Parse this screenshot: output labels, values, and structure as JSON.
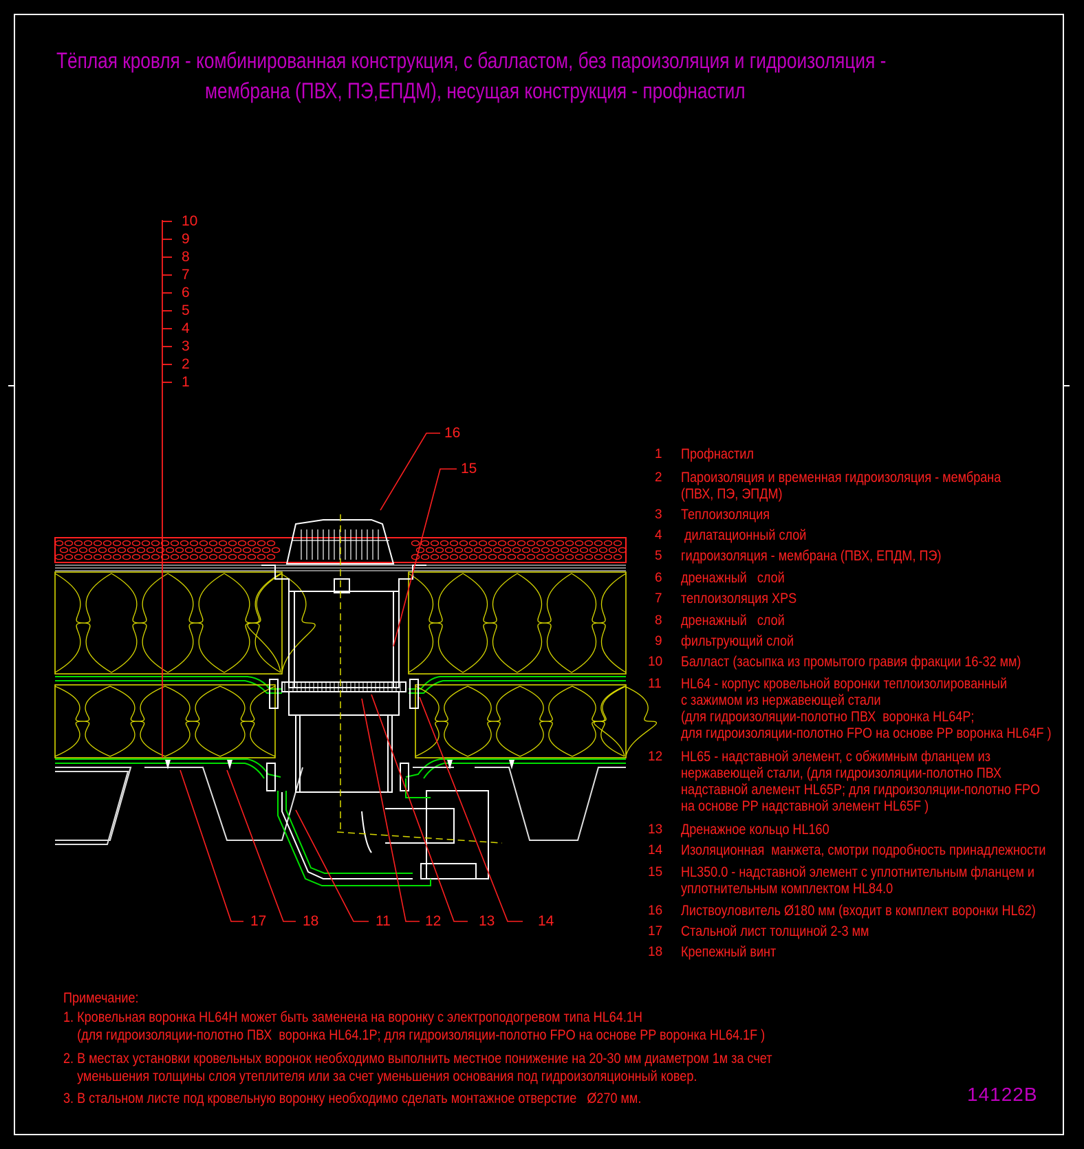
{
  "title": {
    "line1": "Тёплая кровля - комбинированная конструкция, с балластом, без пароизоляция и гидроизоляция -",
    "line2": "мембрана (ПВХ, ПЭ,ЕПДМ), несущая конструкция - профнастил"
  },
  "layer_scale": [
    "10",
    "9",
    "8",
    "7",
    "6",
    "5",
    "4",
    "3",
    "2",
    "1"
  ],
  "callouts": {
    "top": [
      "16",
      "15"
    ],
    "bottom": [
      "17",
      "18",
      "11",
      "12",
      "13",
      "14"
    ]
  },
  "legend": [
    {
      "num": "1",
      "lines": [
        "Профнастил"
      ]
    },
    {
      "num": "2",
      "lines": [
        "Пароизоляция и временная гидроизоляция - мембрана",
        "(ПВХ, ПЭ, ЭПДМ)"
      ]
    },
    {
      "num": "3",
      "lines": [
        "Теплоизоляция"
      ]
    },
    {
      "num": "4",
      "lines": [
        " дилатационный слой"
      ]
    },
    {
      "num": "5",
      "lines": [
        "гидроизоляция - мембрана (ПВХ, ЕПДМ, ПЭ)"
      ]
    },
    {
      "num": "6",
      "lines": [
        "дренажный   слой"
      ]
    },
    {
      "num": "7",
      "lines": [
        "теплоизоляция XPS"
      ]
    },
    {
      "num": "8",
      "lines": [
        "дренажный   слой"
      ]
    },
    {
      "num": "9",
      "lines": [
        "фильтрующий слой"
      ]
    },
    {
      "num": "10",
      "lines": [
        "Балласт (засыпка из промытого гравия фракции 16-32 мм)"
      ]
    },
    {
      "num": "11",
      "lines": [
        "HL64 - корпус кровельной воронки теплоизолированный",
        "с зажимом из нержавеющей стали",
        "(для гидроизоляции-полотно ПВХ  воронка HL64P;",
        "для гидроизоляции-полотно FPO на основе PP воронка HL64F )"
      ]
    },
    {
      "num": "12",
      "lines": [
        "HL65 - надставной элемент, с обжимным фланцем из",
        "нержавеющей стали, (для гидроизоляции-полотно ПВХ",
        "надставной алемент HL65P; для гидроизоляции-полотно FPO",
        "на основе PP надставной элемент HL65F )"
      ]
    },
    {
      "num": "13",
      "lines": [
        "Дренажное кольцо HL160"
      ]
    },
    {
      "num": "14",
      "lines": [
        "Изоляционная  манжета, смотри подробность принадлежности"
      ]
    },
    {
      "num": "15",
      "lines": [
        "HL350.0 - надставной элемент с уплотнительным фланцем и",
        "уплотнительным комплектом HL84.0"
      ]
    },
    {
      "num": "16",
      "lines": [
        "Листвоуловитель Ø180 мм (входит в комплект воронки HL62)"
      ]
    },
    {
      "num": "17",
      "lines": [
        "Стальной лист толщиной 2-3 мм"
      ]
    },
    {
      "num": "18",
      "lines": [
        "Крепежный винт"
      ]
    }
  ],
  "notes": {
    "heading": "Примечание:",
    "lines": [
      "1. Кровельная воронка HL64H может быть заменена на воронку с электроподогревом типа HL64.1H",
      "    (для гидроизоляции-полотно ПВХ  воронка HL64.1P; для гидроизоляции-полотно FPO на основе PP воронка HL64.1F )",
      "2. В местах установки кровельных воронок необходимо выполнить местное понижение на 20-30 мм диаметром 1м за счет",
      "    уменьшения толщины слоя утеплителя или за счет уменьшения основания под гидроизоляционный ковер.",
      "3. В стальном листе под кровельную воронку необходимо сделать монтажное отверстие   Ø270 мм."
    ]
  },
  "drawing_code": "14122B",
  "colors": {
    "red": "#ff2020",
    "magenta": "#c000c0",
    "yellow": "#d8d800",
    "green": "#00e000",
    "white": "#ffffff",
    "background": "#000000"
  }
}
